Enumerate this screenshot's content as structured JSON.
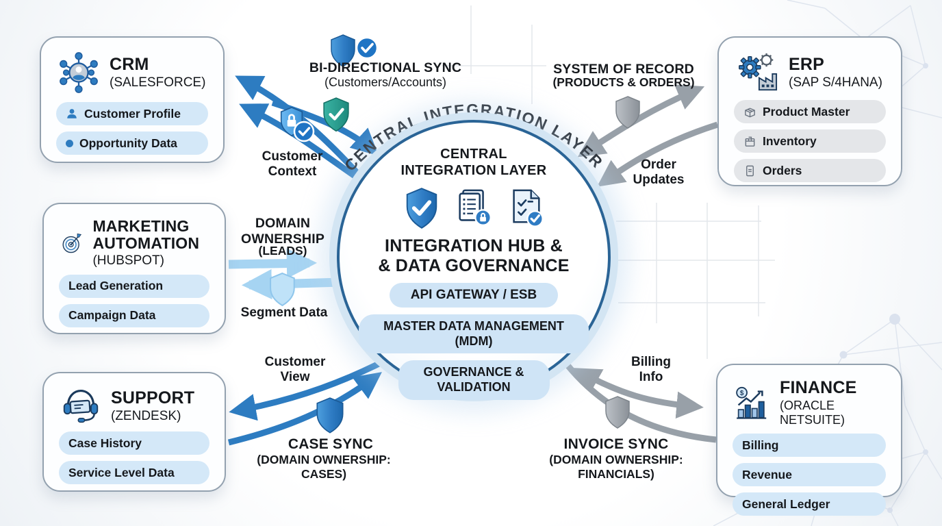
{
  "curved_title": "CENTRAL INTEGRATION LAYER",
  "center": {
    "heading_line1": "CENTRAL",
    "heading_line2": "INTEGRATION LAYER",
    "title_line1": "INTEGRATION HUB &",
    "title_line2": "& DATA GOVERNANCE",
    "pill_api": "API GATEWAY / ESB",
    "pill_mdm": "MASTER DATA MANAGEMENT (MDM)",
    "pill_gov": "GOVERNANCE & VALIDATION"
  },
  "systems": {
    "crm": {
      "name": "CRM",
      "vendor": "(SALESFORCE)",
      "items": [
        "Customer Profile",
        "Opportunity Data"
      ]
    },
    "marketing": {
      "name": "MARKETING AUTOMATION",
      "vendor": "(HUBSPOT)",
      "items": [
        "Lead Generation",
        "Campaign Data"
      ]
    },
    "support": {
      "name": "SUPPORT",
      "vendor": "(ZENDESK)",
      "items": [
        "Case History",
        "Service Level Data"
      ]
    },
    "erp": {
      "name": "ERP",
      "vendor": "(SAP S/4HANA)",
      "items": [
        "Product Master",
        "Inventory",
        "Orders"
      ]
    },
    "finance": {
      "name": "FINANCE",
      "vendor": "(ORACLE NETSUITE)",
      "items": [
        "Billing",
        "Revenue",
        "General Ledger"
      ]
    }
  },
  "connections": {
    "bi_directional_sync": {
      "title": "BI-DIRECTIONAL SYNC",
      "subtitle": "(Customers/Accounts)"
    },
    "customer_context": {
      "label": "Customer Context"
    },
    "system_of_record": {
      "title": "SYSTEM OF RECORD",
      "subtitle": "(PRODUCTS & ORDERS)"
    },
    "order_updates": {
      "label": "Order Updates"
    },
    "domain_ownership": {
      "title": "DOMAIN OWNERSHIP",
      "subtitle": "(LEADS)"
    },
    "segment_data": {
      "label": "Segment Data"
    },
    "customer_view": {
      "label": "Customer View"
    },
    "case_sync": {
      "title": "CASE SYNC",
      "subtitle": "(DOMAIN OWNERSHIP: CASES)"
    },
    "billing_info": {
      "label": "Billing Info"
    },
    "invoice_sync": {
      "title": "INVOICE SYNC",
      "subtitle": "(DOMAIN OWNERSHIP: FINANCIALS)"
    }
  },
  "icons": {
    "crm": "network-users",
    "marketing": "target-arrow",
    "support": "headset-ticket",
    "erp": "gears-factory",
    "finance": "chart-dollar",
    "shield": "shield",
    "shield_check": "shield-check ✓",
    "shield_lock": "shield-lock",
    "check_circle": "check-circle ✓",
    "document_lock": "document-lock",
    "document_checklist": "document-checklist",
    "person": "person-silhouette",
    "bullet": "dot",
    "product_box": "open-box",
    "inventory": "package",
    "orders": "document"
  },
  "colors": {
    "arrow_blue": "#2d7cc1",
    "arrow_light_blue": "#a6d4f2",
    "arrow_gray": "#98a0a8",
    "circle_ring": "#2a6496",
    "circle_halo": "#d3e5f3",
    "pill_blue": "#d4e8f8",
    "pill_gray": "#e4e6e9",
    "shield_teal": "#2a9d8f",
    "text_dark": "#15181c"
  }
}
